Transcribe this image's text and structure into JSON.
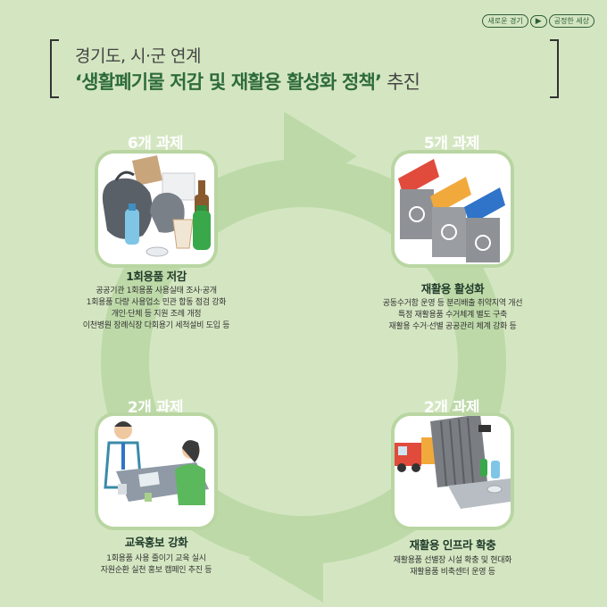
{
  "badge": {
    "left": "새로운 경기",
    "right": "공정한 세상"
  },
  "title": {
    "line1": "경기도, 시·군 연계",
    "line2_highlight": "‘생활폐기물 저감 및 재활용 활성화 정책’",
    "line2_tail": " 추진"
  },
  "items": [
    {
      "count": "6개 과제",
      "title": "1회용품 저감",
      "lines": [
        "공공기관 1회용품 사용실태 조사·공개",
        "1회용품 다량 사용업소 민관 합동 점검 강화",
        "개인·단체 등 지원 조례 개정",
        "이천병원 장례식장 다회용기 세척설비 도입 등"
      ]
    },
    {
      "count": "5개 과제",
      "title": "재활용 활성화",
      "lines": [
        "공동수거함 운영 등 분리배출 취약지역 개선",
        "특정 재활용품 수거체계 별도 구축",
        "재활용 수거·선별 공공관리 체계 강화 등"
      ]
    },
    {
      "count": "2개 과제",
      "title": "교육홍보 강화",
      "lines": [
        "1회용품 사용 줄이기 교육 실시",
        "자원순환 실천 홍보 캠페인 추진 등"
      ]
    },
    {
      "count": "2개 과제",
      "title": "재활용 인프라 확충",
      "lines": [
        "재활용품 선별장 시설 확충 및 현대화",
        "재활용품 비축센터 운영 등"
      ]
    }
  ],
  "colors": {
    "background": "#d4e6c1",
    "cycle": "#bdd9a8",
    "accent": "#2e6b3c"
  }
}
